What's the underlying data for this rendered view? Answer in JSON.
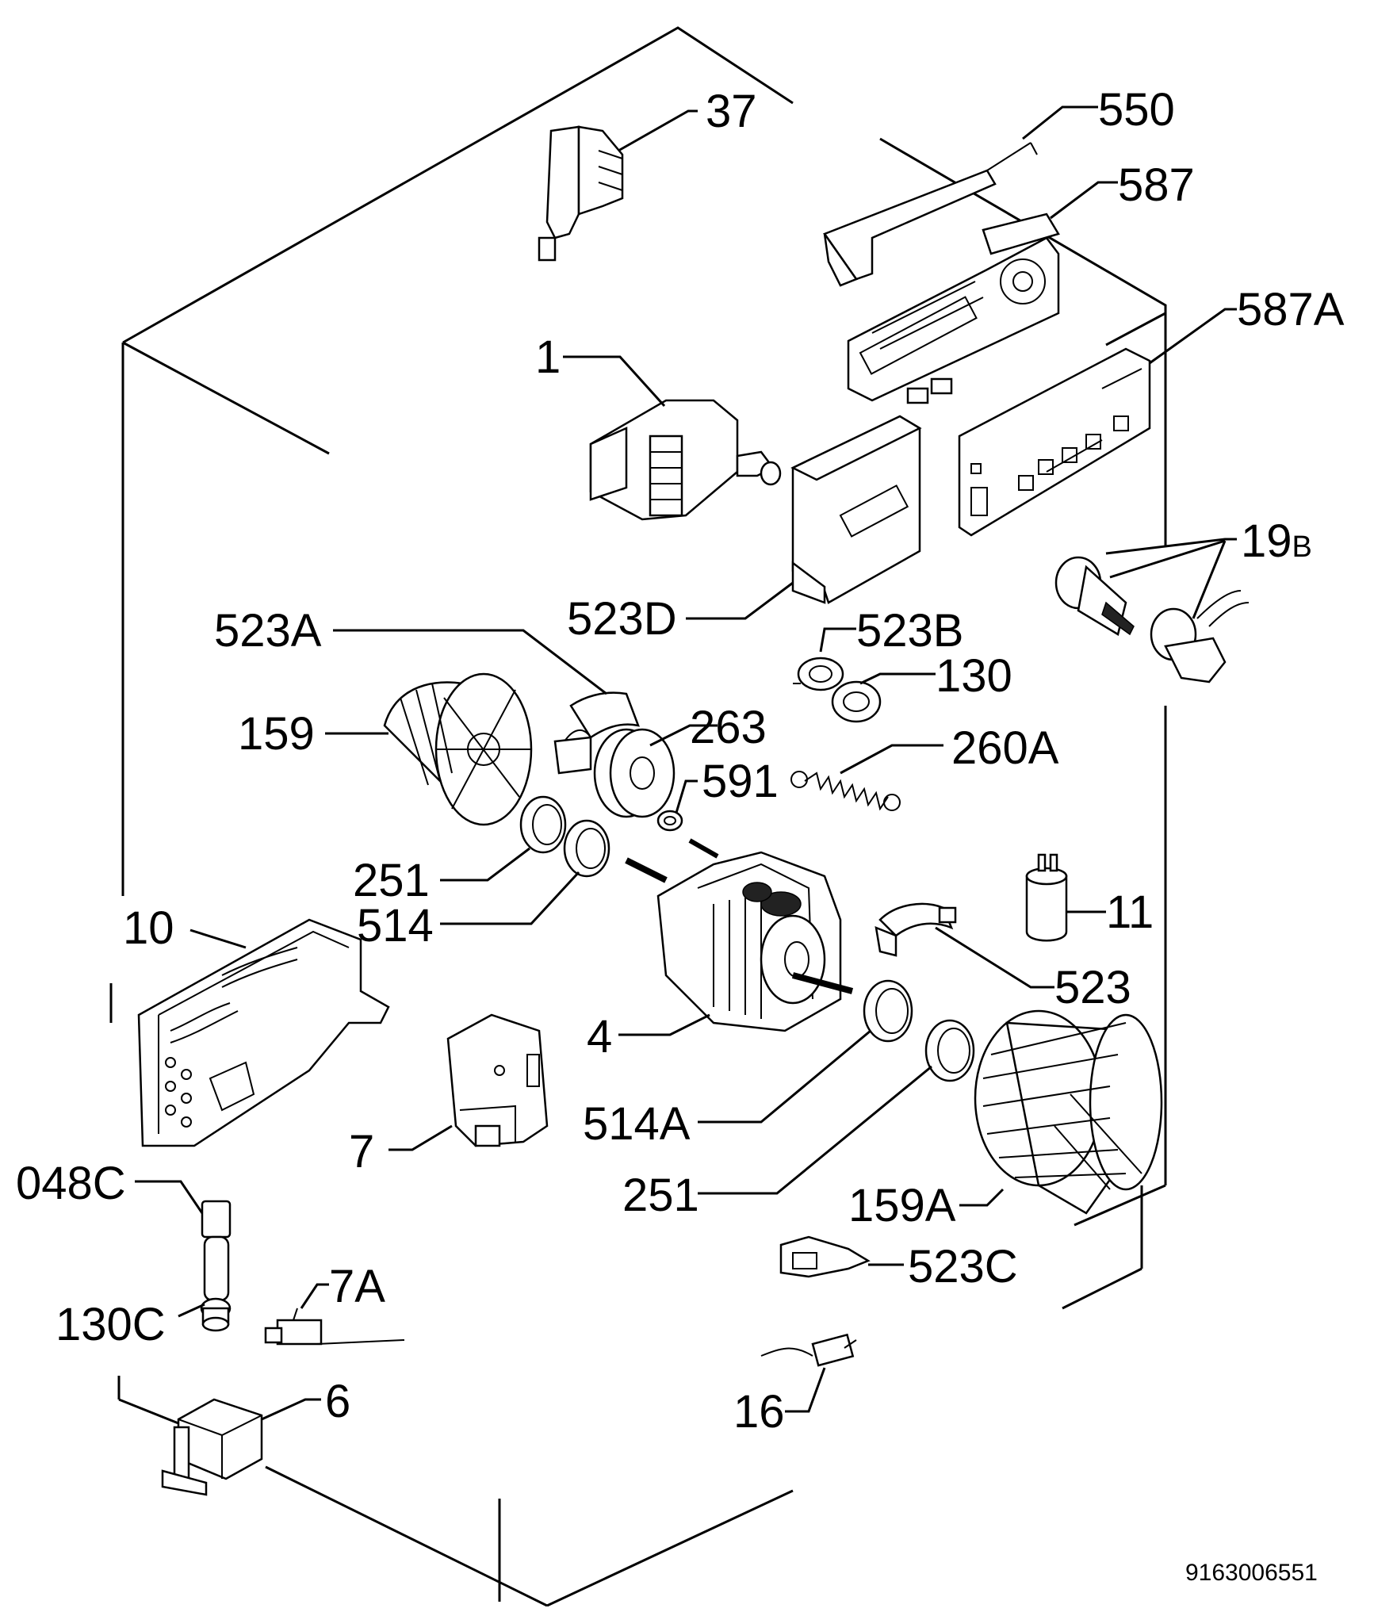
{
  "diagram": {
    "labels": {
      "p37": "37",
      "p550": "550",
      "p587": "587",
      "p587A": "587A",
      "p1": "1",
      "p523D": "523D",
      "p19B_num": "19",
      "p19B_suffix": "B",
      "p523A": "523A",
      "p523B": "523B",
      "p130": "130",
      "p159": "159",
      "p263": "263",
      "p260A": "260A",
      "p591": "591",
      "p251a": "251",
      "p514": "514",
      "p10": "10",
      "p11": "11",
      "p523": "523",
      "p4": "4",
      "p514A": "514A",
      "p7": "7",
      "p251b": "251",
      "p159A": "159A",
      "p048C": "048C",
      "p7A": "7A",
      "p130C": "130C",
      "p523C": "523C",
      "p16": "16",
      "p6": "6"
    },
    "drawing_number": "9163006551"
  }
}
